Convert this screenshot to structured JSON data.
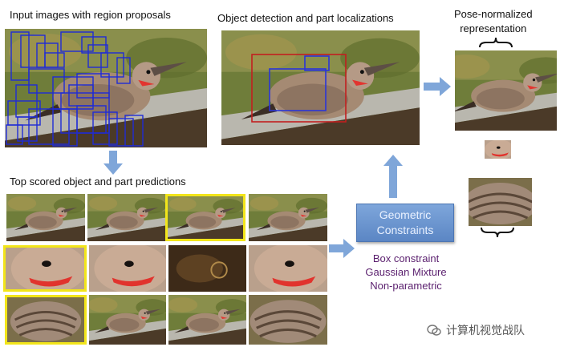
{
  "labels": {
    "input_images": "Input images with region proposals",
    "object_detection": "Object detection and part localizations",
    "pose_normalized": "Pose-normalized\nrepresentation",
    "top_scored": "Top scored object and part predictions"
  },
  "geometric_constraints": {
    "line1": "Geometric",
    "line2": "Constraints"
  },
  "constraint_types": [
    "Box constraint",
    "Gaussian Mixture",
    "Non-parametric"
  ],
  "watermark": {
    "text": "计算机视觉战队",
    "icon": "wechat-icon"
  },
  "colors": {
    "proposal_box": "#1f2bd6",
    "detection_box": "#c21f1f",
    "part_box": "#2a35d8",
    "highlight": "#f2e51a",
    "arrow": "#7fa6d9",
    "constraint_text": "#5a1f6e"
  },
  "icons": [
    "brace-top-icon",
    "brace-bottom-icon",
    "down-arrow-icon",
    "right-arrow-icon",
    "up-arrow-icon"
  ]
}
